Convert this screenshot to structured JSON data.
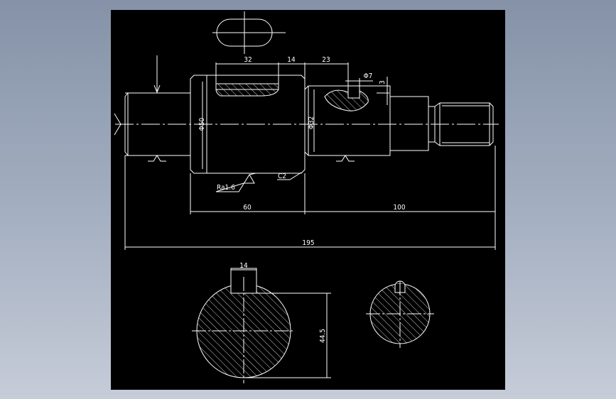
{
  "colors": {
    "canvas": "#000000",
    "line": "#ffffff",
    "window_background": "#8b97ab"
  },
  "drawing": {
    "dimensions": {
      "keyway_length": "32",
      "keyway_offset": "14",
      "hole_offset": "23",
      "hole_diameter": "Φ7",
      "hole_depth": "3",
      "diameter_large": "Φ50",
      "diameter_mid": "Φ32",
      "len_60": "60",
      "len_100": "100",
      "total_length": "195",
      "section_key_width": "14",
      "section_depth": "44.5"
    },
    "annotations": {
      "roughness": "Ra1.6",
      "chamfer": "C2"
    }
  }
}
